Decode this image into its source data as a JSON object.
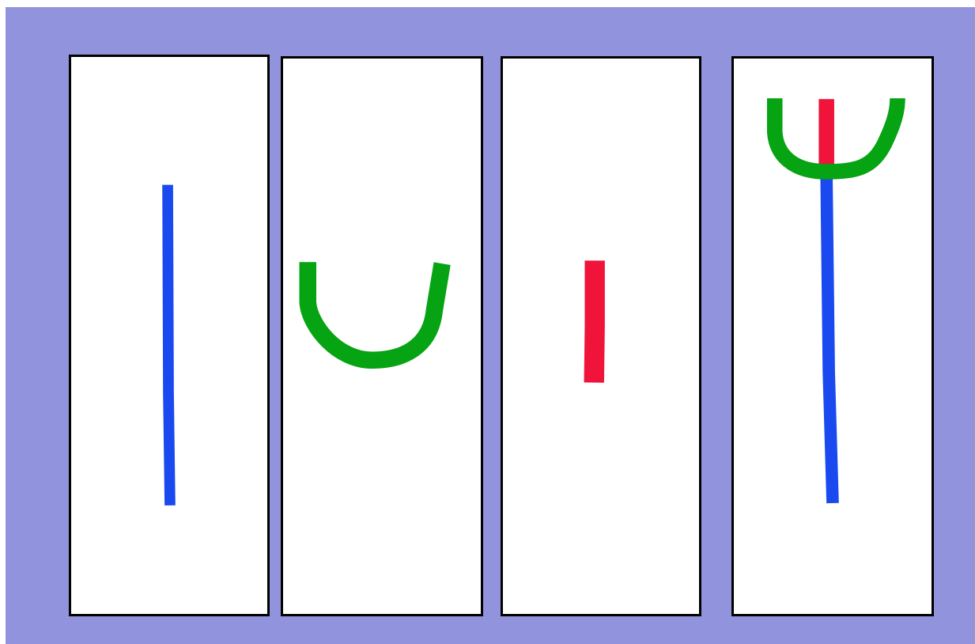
{
  "colors": {
    "background": "#9194dc",
    "panel": "#ffffff",
    "panel_border": "#000000",
    "stem": "#1a49f0",
    "arc": "#06a312",
    "bar": "#f0143a"
  },
  "panels": [
    {
      "name": "panel-1",
      "content": [
        "blue-vertical-stroke"
      ]
    },
    {
      "name": "panel-2",
      "content": [
        "green-u-curve"
      ]
    },
    {
      "name": "panel-3",
      "content": [
        "red-short-bar"
      ]
    },
    {
      "name": "panel-4",
      "content": [
        "green-u-curve",
        "red-short-bar",
        "blue-vertical-stroke"
      ]
    }
  ]
}
